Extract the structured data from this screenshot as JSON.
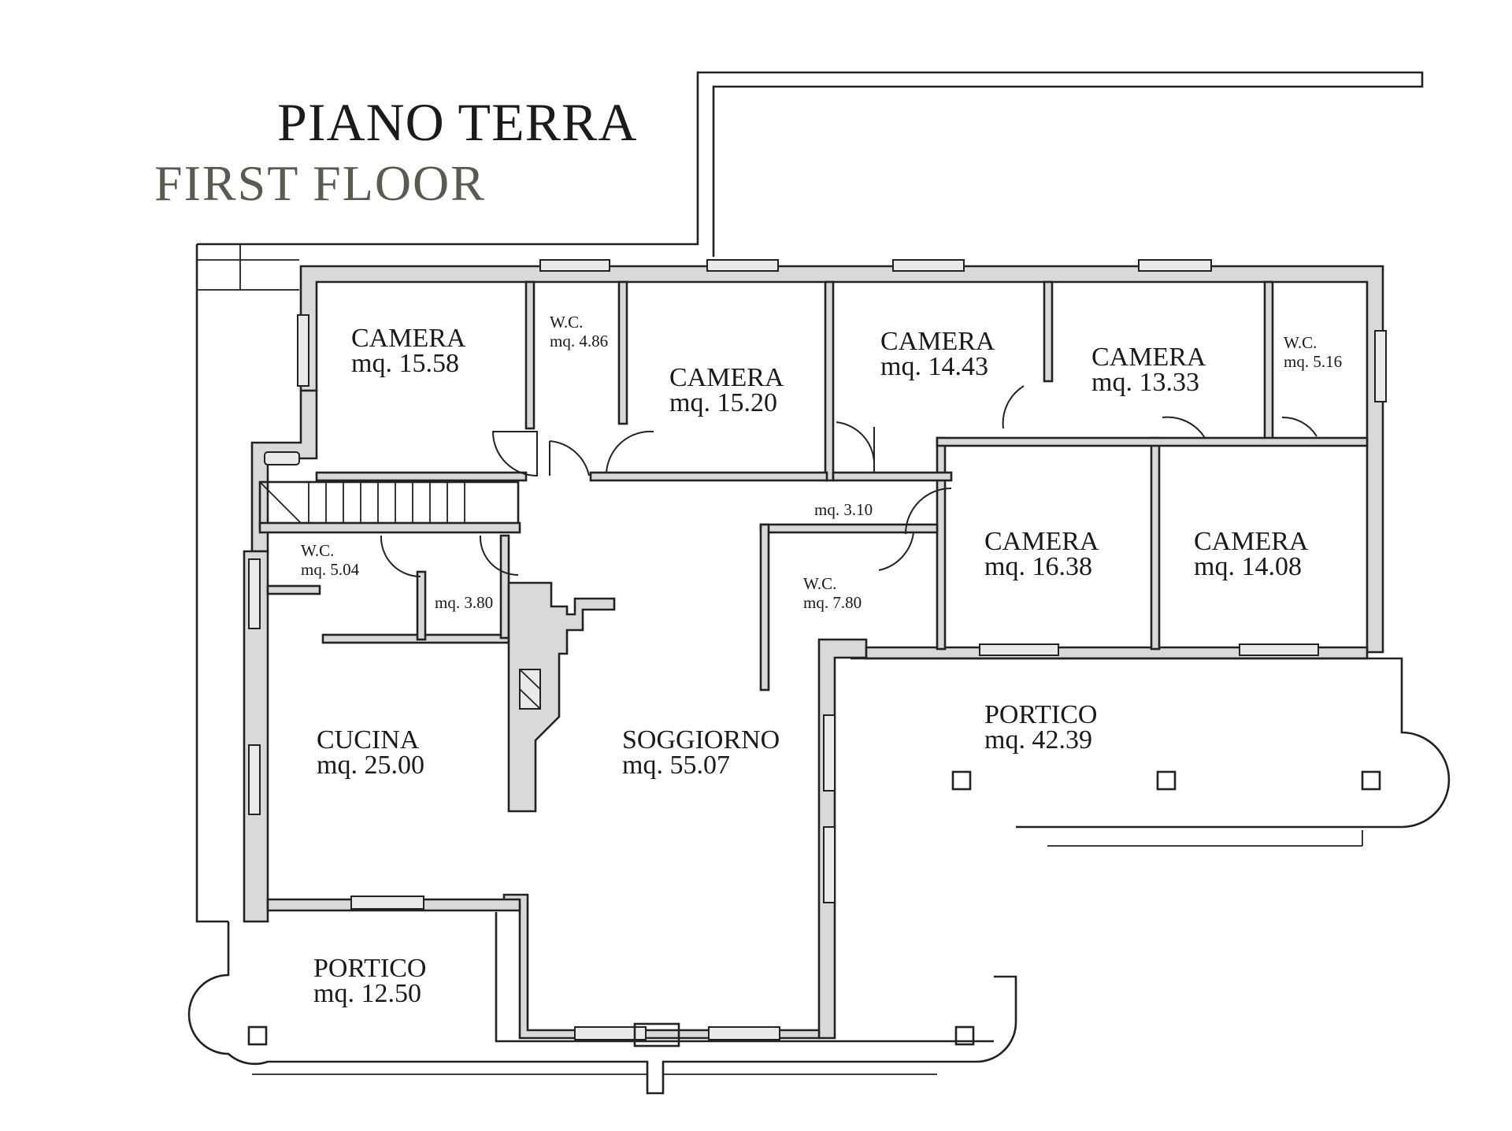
{
  "title": {
    "main": "PIANO TERRA",
    "sub": "FIRST FLOOR"
  },
  "rooms": [
    {
      "name": "CAMERA",
      "area": "mq. 15.58"
    },
    {
      "name": "W.C.",
      "area": "mq. 4.86"
    },
    {
      "name": "CAMERA",
      "area": "mq. 15.20"
    },
    {
      "name": "CAMERA",
      "area": "mq. 14.43"
    },
    {
      "name": "CAMERA",
      "area": "mq. 13.33"
    },
    {
      "name": "W.C.",
      "area": "mq. 5.16"
    },
    {
      "name": "",
      "area": "mq. 3.10"
    },
    {
      "name": "W.C.",
      "area": "mq. 5.04"
    },
    {
      "name": "",
      "area": "mq. 3.80"
    },
    {
      "name": "W.C.",
      "area": "mq. 7.80"
    },
    {
      "name": "CAMERA",
      "area": "mq. 16.38"
    },
    {
      "name": "CAMERA",
      "area": "mq. 14.08"
    },
    {
      "name": "CUCINA",
      "area": "mq. 25.00"
    },
    {
      "name": "SOGGIORNO",
      "area": "mq. 55.07"
    },
    {
      "name": "PORTICO",
      "area": "mq. 42.39"
    },
    {
      "name": "PORTICO",
      "area": "mq. 12.50"
    }
  ]
}
